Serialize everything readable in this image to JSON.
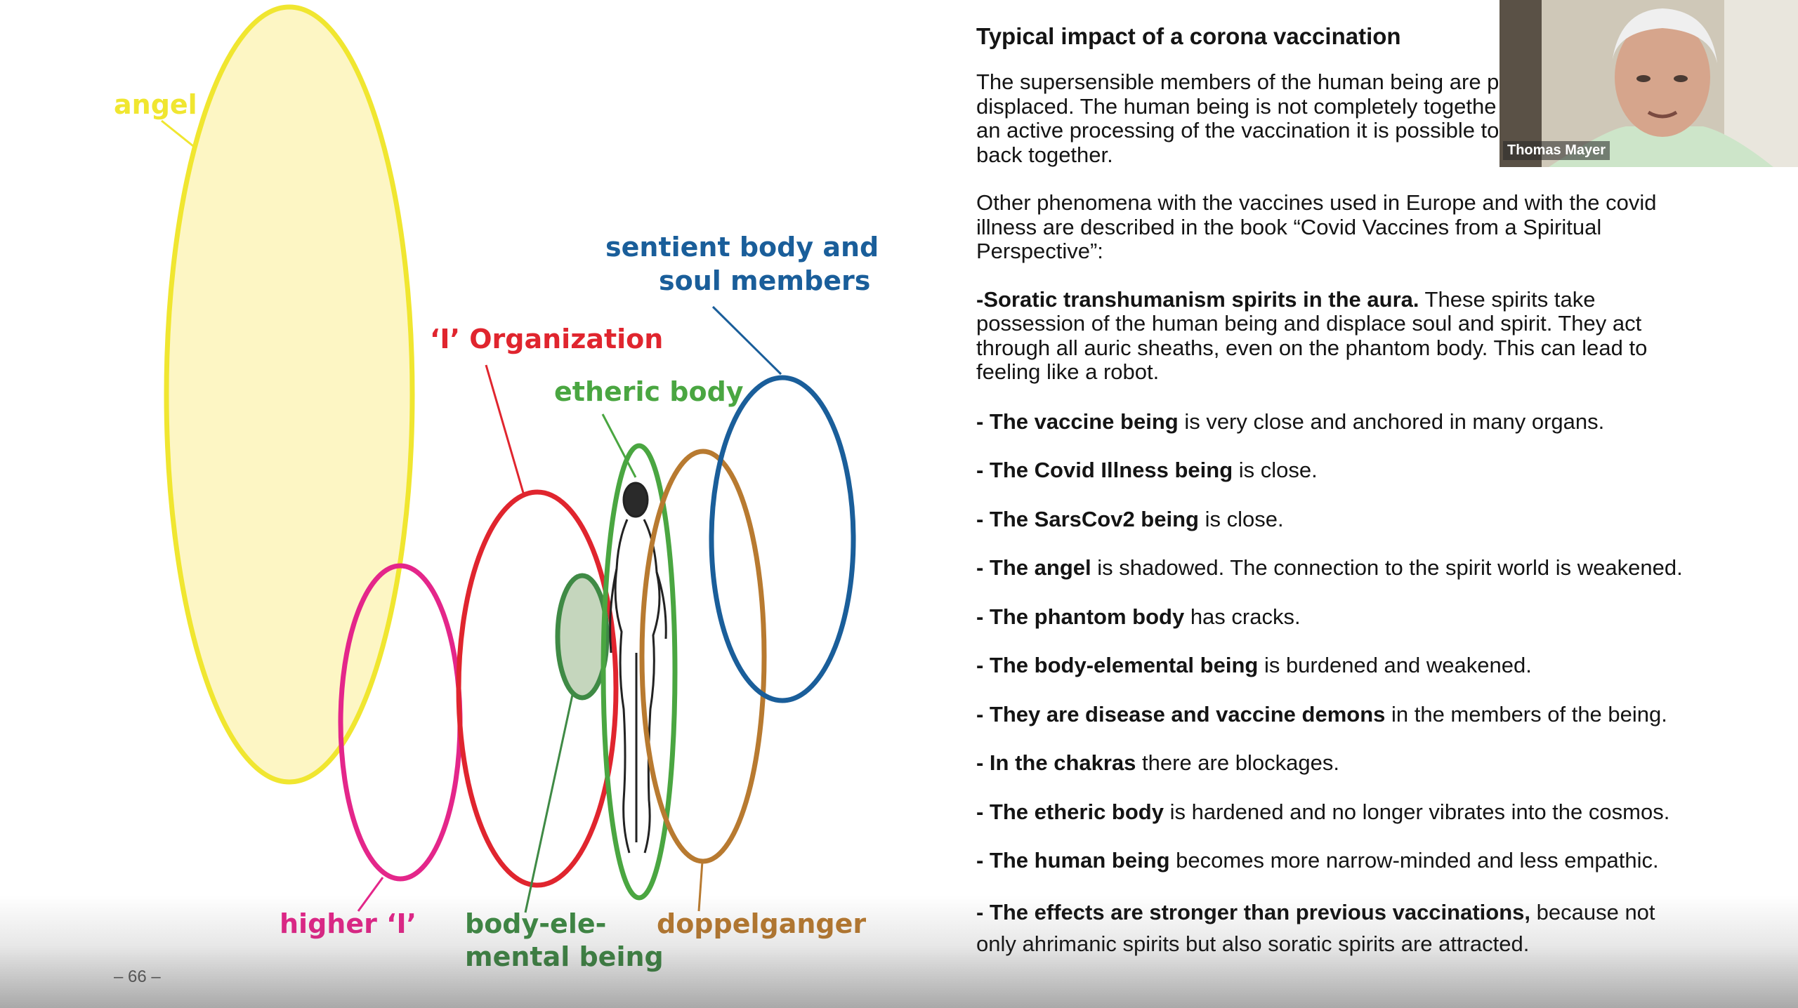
{
  "slide": {
    "title": "Typical impact of a corona vaccination",
    "intro_lines": [
      "The supersensible members of the human being are p",
      "displaced. The human being is not completely togethe",
      "an active processing of the vaccination it is possible to",
      "back together."
    ],
    "para2_lines": [
      "Other phenomena with the vaccines used in Europe and with the covid",
      "illness are described in the book “Covid Vaccines from a Spiritual",
      "Perspective”:"
    ],
    "soratic": {
      "bold": "-Soratic transhumanism spirits in the aura.",
      "line1_rest": " These spirits take",
      "lines": [
        "possession of the human being and displace soul and spirit. They act",
        "through all auric sheaths, even on the phantom body. This can lead to",
        "feeling like a robot."
      ]
    },
    "items": [
      {
        "bold": "- The vaccine being",
        "rest": " is very close and anchored in many organs."
      },
      {
        "bold": "- The Covid Illness being",
        "rest": " is close."
      },
      {
        "bold": "- The SarsCov2 being",
        "rest": " is close."
      },
      {
        "bold": "- The angel",
        "rest": " is shadowed. The connection to the spirit world is weakened."
      },
      {
        "bold": "- The phantom body",
        "rest": " has cracks."
      },
      {
        "bold": "- The body-elemental being",
        "rest": " is burdened and weakened."
      },
      {
        "bold": "- They are disease and vaccine demons",
        "rest": " in the members of the being."
      },
      {
        "bold": "- In the chakras",
        "rest": " there are blockages."
      },
      {
        "bold": "- The etheric body",
        "rest": " is hardened and no longer vibrates into the cosmos."
      },
      {
        "bold": "- The human being",
        "rest": " becomes more narrow-minded and less empathic."
      }
    ],
    "last": {
      "bold": "- The effects are stronger than previous vaccinations,",
      "rest1": " because not",
      "line2": "only ahrimanic spirits but also soratic spirits are attracted."
    },
    "page_number": "– 66 –"
  },
  "diagram": {
    "labels": {
      "angel": "angel",
      "sentient_1": "sentient body and",
      "sentient_2": "soul members",
      "i_org": "‘I’ Organization",
      "etheric": "etheric body",
      "higher_i": "higher ‘I’",
      "body_el_1": "body-ele-",
      "body_el_2": "mental being",
      "doppel": "doppelganger"
    },
    "colors": {
      "angel": "#f0e630",
      "angel_fill": "#fdf6c4",
      "sentient": "#1a5e9a",
      "i_org": "#e0252e",
      "etheric": "#4aa641",
      "higher_i": "#e4268a",
      "body_elemental": "#3f8a45",
      "body_elemental_fill": "#c5d6bd",
      "doppelganger": "#b87a30"
    }
  },
  "webcam": {
    "name": "Thomas Mayer"
  }
}
